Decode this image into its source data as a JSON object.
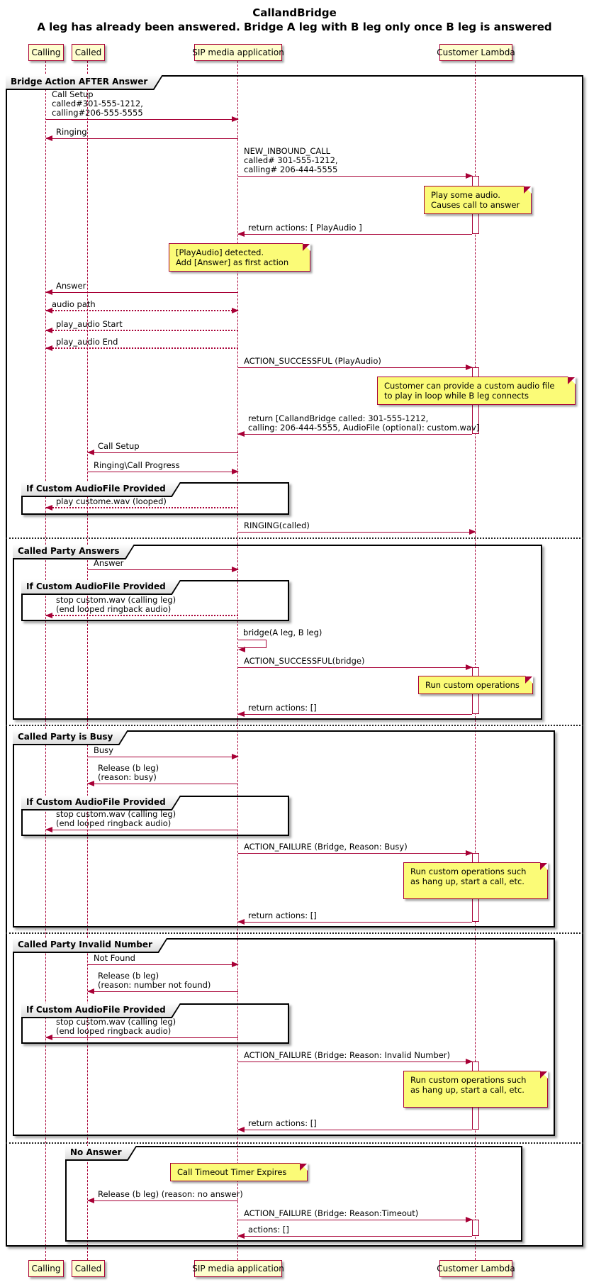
{
  "title": "CallandBridge",
  "subtitle": "A leg has already been answered. Bridge A leg with B leg only once B leg is answered",
  "participants": [
    "Calling",
    "Called",
    "SIP media application",
    "Customer Lambda"
  ],
  "frames": {
    "bridge_action": "Bridge Action AFTER Answer",
    "called_party_answers": "Called Party Answers",
    "called_party_busy": "Called Party is Busy",
    "called_party_invalid": "Called Party Invalid Number",
    "no_answer": "No Answer",
    "if_custom_audio": "If Custom AudioFile Provided"
  },
  "messages": {
    "call_setup_a": "Call Setup\ncalled#301-555-1212,\ncalling#206-555-5555",
    "ringing": "Ringing",
    "new_inbound_call": "NEW_INBOUND_CALL\ncalled# 301-555-1212,\ncalling# 206-444-5555",
    "return_play_audio": "return actions: [ PlayAudio ]",
    "answer_a": "Answer",
    "audio_path": "audio path",
    "play_audio_start": "play_audio Start",
    "play_audio_end": "play_audio End",
    "action_successful_playaudio": "ACTION_SUCCESSFUL (PlayAudio)",
    "return_callandbridge": "return [CallandBridge called: 301-555-1212,\ncalling: 206-444-5555, AudioFile (optional): custom.wav]",
    "call_setup_b": "Call Setup",
    "ringing_call_progress": "Ringing\\Call Progress",
    "play_custom_looped": "play custome.wav (looped)",
    "ringing_called": "RINGING(called)",
    "answer_b": "Answer",
    "stop_custom": "stop custom.wav (calling leg)\n(end looped ringback audio)",
    "bridge_self": "bridge(A leg, B leg)",
    "action_successful_bridge": "ACTION_SUCCESSFUL(bridge)",
    "return_actions_empty": "return actions: []",
    "busy": "Busy",
    "release_busy": "Release (b leg)\n(reason: busy)",
    "action_failure_busy": "ACTION_FAILURE (Bridge, Reason: Busy)",
    "not_found": "Not Found",
    "release_not_found": "Release (b leg)\n(reason: number not found)",
    "action_failure_invalid": "ACTION_FAILURE (Bridge: Reason: Invalid Number)",
    "release_no_answer": "Release (b leg) (reason: no answer)",
    "action_failure_timeout": "ACTION_FAILURE (Bridge: Reason:Timeout)",
    "actions_empty": "actions: []"
  },
  "notes": {
    "play_some_audio": "Play some audio.\nCauses call to answer",
    "playaudio_detected": "[PlayAudio] detected.\nAdd [Answer] as first action",
    "custom_audio_file": "Customer can provide a custom audio file\nto play in loop while B leg connects",
    "run_custom_operations": "Run custom operations",
    "run_custom_operations_etc": "Run custom operations such\nas hang up, start a call, etc.",
    "call_timeout": "Call Timeout Timer Expires"
  },
  "colors": {
    "arrow": "#A80036",
    "note_bg": "#FBFB77",
    "participant_bg": "#FEFECE",
    "frame_border": "#000000"
  }
}
